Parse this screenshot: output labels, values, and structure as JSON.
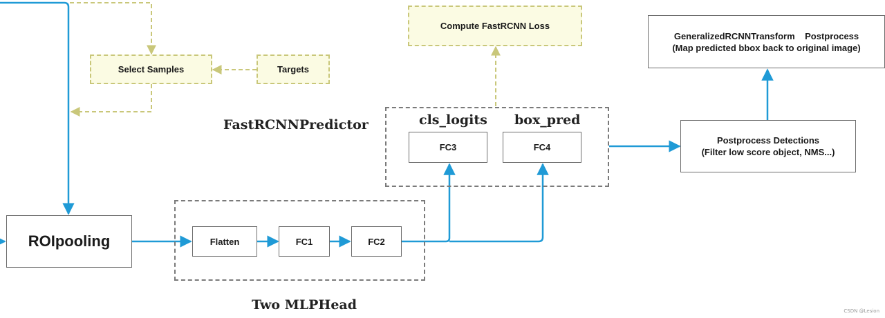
{
  "nodes": {
    "roipooling": "ROIpooling",
    "select_samples": "Select Samples",
    "targets": "Targets",
    "flatten": "Flatten",
    "fc1": "FC1",
    "fc2": "FC2",
    "fc3": "FC3",
    "fc4": "FC4",
    "compute_loss": "Compute FastRCNN Loss",
    "postprocess_detections": [
      "Postprocess Detections",
      "(Filter low score object,  NMS...)"
    ],
    "transform_postprocess": [
      "GeneralizedRCNNTransform    Postprocess",
      "(Map predicted bbox back to original image)"
    ]
  },
  "labels": {
    "fastrcnn_predictor": "FastRCNNPredictor",
    "cls_logits": "cls_logits",
    "box_pred": "box_pred",
    "two_mlphead": "Two MLPHead"
  },
  "watermark": "CSDN @Lesion",
  "colors": {
    "flow_arrow": "#1f9ad6",
    "train_arrow": "#c9c77a",
    "train_box_fill": "#fbfbe3",
    "group_border": "#7a7a7a"
  }
}
